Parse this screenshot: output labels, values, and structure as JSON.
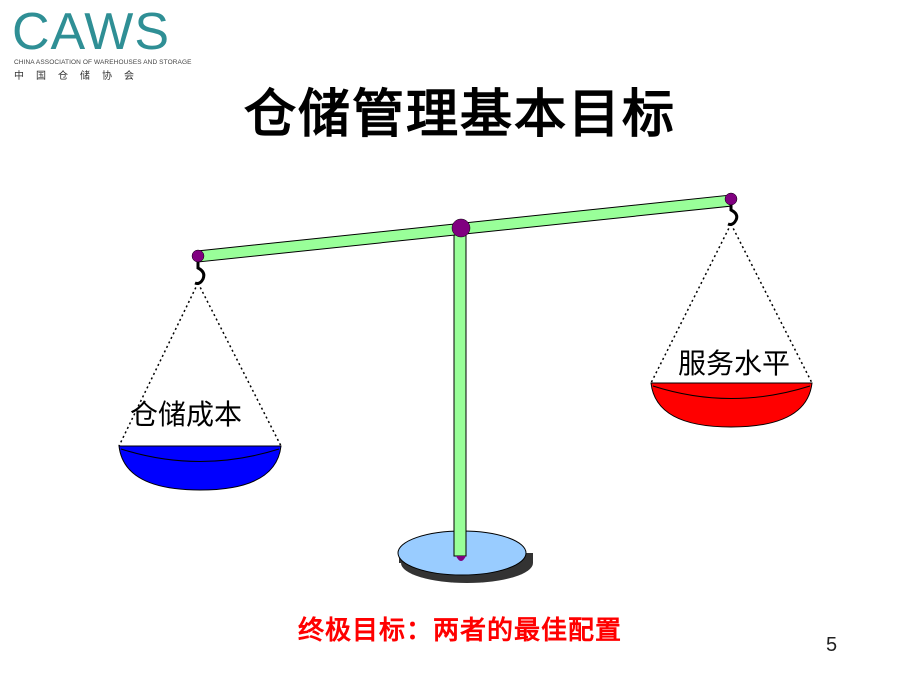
{
  "logo": {
    "wordmark": "CAWS",
    "english_subtitle": "CHINA ASSOCIATION OF WAREHOUSES AND STORAGE",
    "chinese_subtitle": "中国仓储协会",
    "color": "#2f8f95"
  },
  "slide": {
    "title": "仓储管理基本目标",
    "left_pan_label": "仓储成本",
    "right_pan_label": "服务水平",
    "goal_text": "终极目标：两者的最佳配置",
    "page_number": "5"
  },
  "colors": {
    "left_pan": "#0000ff",
    "right_pan": "#ff0000",
    "beam": "#99ff99",
    "pivot": "#800080",
    "base": "#99ccff",
    "goal_text": "#ff0000"
  },
  "illustration": {
    "type": "balance-scale",
    "tilt": "right side higher"
  }
}
